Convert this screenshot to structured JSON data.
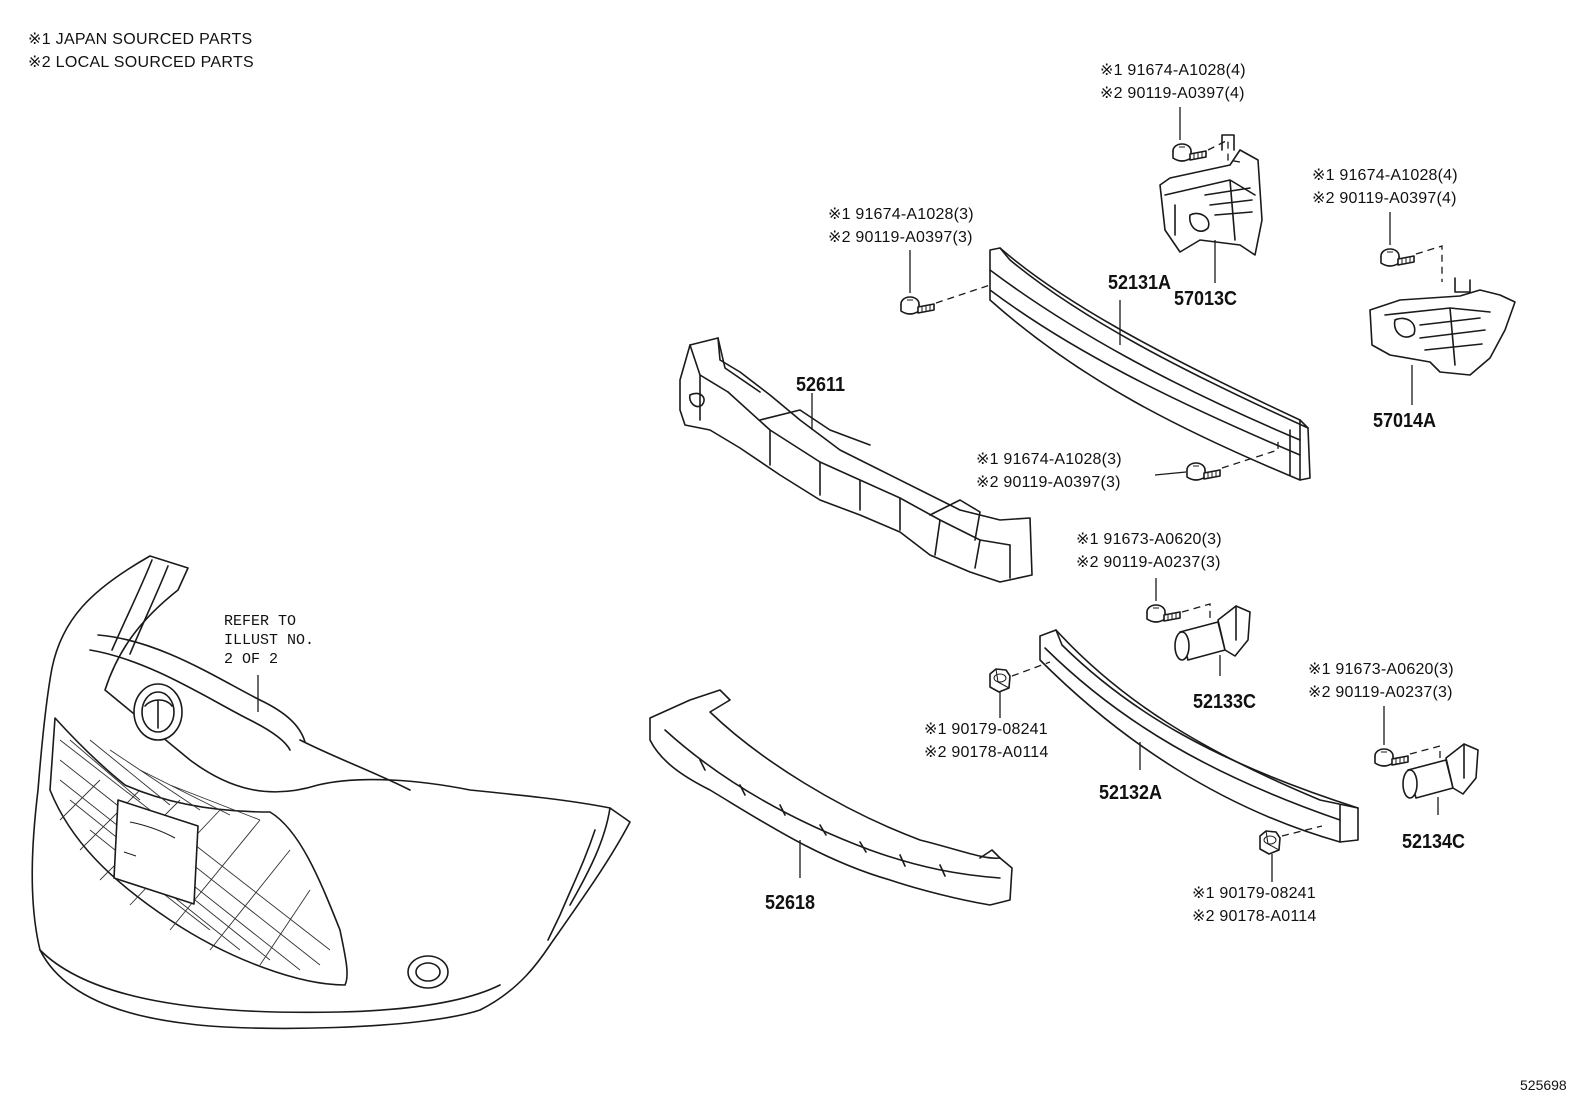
{
  "notes": {
    "line1": "※1 JAPAN SOURCED PARTS",
    "line2": "※2 LOCAL SOURCED PARTS"
  },
  "reference": {
    "line1": "REFER TO",
    "line2": "ILLUST NO.",
    "line3": "2 OF 2"
  },
  "part_numbers": {
    "p52611": "52611",
    "p52131A": "52131A",
    "p57013C": "57013C",
    "p57014A": "57014A",
    "p52133C": "52133C",
    "p52132A": "52132A",
    "p52134C": "52134C",
    "p52618": "52618"
  },
  "fasteners": {
    "f57013C": {
      "jp": "※1 91674-A1028(4)",
      "local": "※2 90119-A0397(4)"
    },
    "f57014A": {
      "jp": "※1 91674-A1028(4)",
      "local": "※2 90119-A0397(4)"
    },
    "f52131A_left": {
      "jp": "※1 91674-A1028(3)",
      "local": "※2 90119-A0397(3)"
    },
    "f52131A_right": {
      "jp": "※1 91674-A1028(3)",
      "local": "※2 90119-A0397(3)"
    },
    "f52133C": {
      "jp": "※1 91673-A0620(3)",
      "local": "※2 90119-A0237(3)"
    },
    "f52134C": {
      "jp": "※1 91673-A0620(3)",
      "local": "※2 90119-A0237(3)"
    },
    "f52132A_left": {
      "jp": "※1 90179-08241",
      "local": "※2 90178-A0114"
    },
    "f52132A_right": {
      "jp": "※1 90179-08241",
      "local": "※2 90178-A0114"
    }
  },
  "illustration_number": "525698"
}
